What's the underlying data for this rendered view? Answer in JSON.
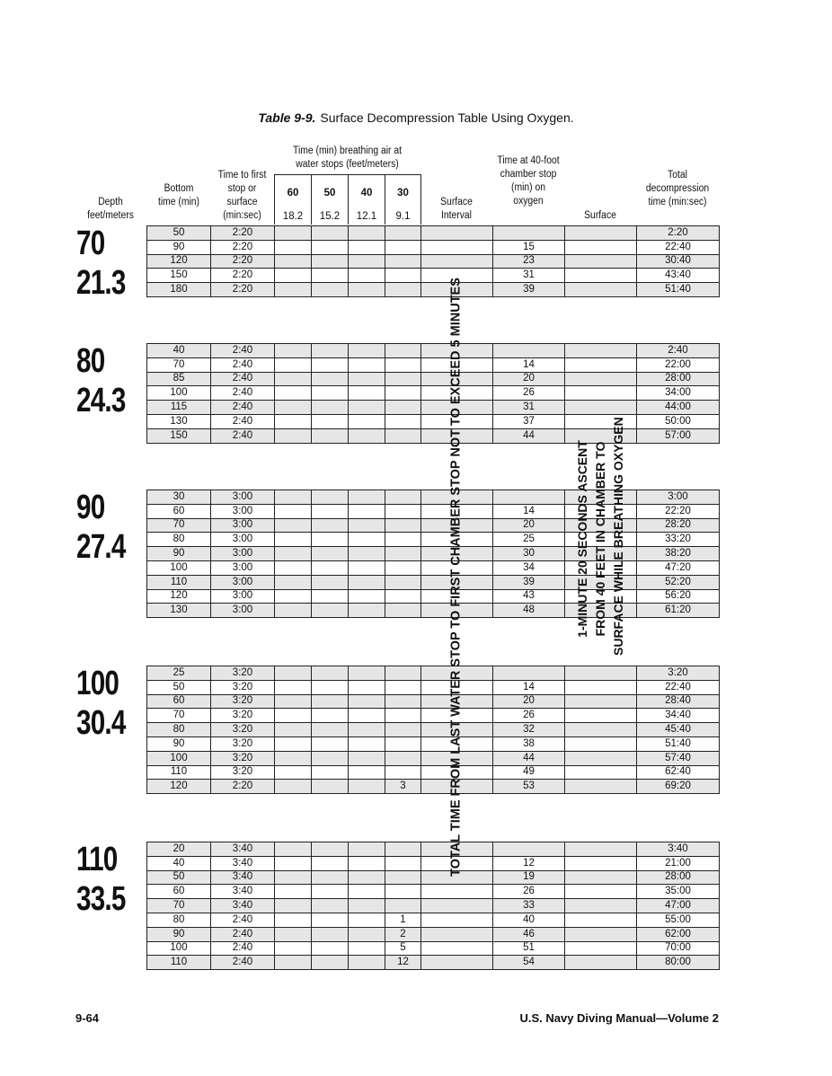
{
  "title": {
    "label": "Table 9-9.",
    "text": "Surface Decompression Table Using Oxygen."
  },
  "headers": {
    "depth": "Depth feet/meters",
    "bottom_time": "Bottom time (min)",
    "time_to_first_stop": "Time to first stop or surface (min:sec)",
    "water_stops_group": "Time (min) breathing air at water stops (feet/meters)",
    "stops": [
      {
        "feet": "60",
        "meters": "18.2"
      },
      {
        "feet": "50",
        "meters": "15.2"
      },
      {
        "feet": "40",
        "meters": "12.1"
      },
      {
        "feet": "30",
        "meters": "9.1"
      }
    ],
    "surface_interval": "Surface Interval",
    "chamber_stop": "Time at 40-foot chamber stop (min) on oxygen",
    "surface": "Surface",
    "total": "Total decompression time (min:sec)"
  },
  "overlays": {
    "surface_interval_note": "TOTAL TIME FROM LAST WATER STOP TO FIRST CHAMBER STOP NOT TO EXCEED 5 MINUTES",
    "surface_note_lines": [
      "1-MINUTE 20 SECONDS ASCENT",
      "FROM 40 FEET IN CHAMBER TO",
      "SURFACE WHILE BREATHING OXYGEN"
    ]
  },
  "groups": [
    {
      "feet": "70",
      "meters": "21.3",
      "rows": [
        [
          "50",
          "2:20",
          "",
          "",
          "",
          "",
          "",
          "",
          "",
          "2:20"
        ],
        [
          "90",
          "2:20",
          "",
          "",
          "",
          "",
          "",
          "15",
          "",
          "22:40"
        ],
        [
          "120",
          "2:20",
          "",
          "",
          "",
          "",
          "",
          "23",
          "",
          "30:40"
        ],
        [
          "150",
          "2:20",
          "",
          "",
          "",
          "",
          "",
          "31",
          "",
          "43:40"
        ],
        [
          "180",
          "2:20",
          "",
          "",
          "",
          "",
          "",
          "39",
          "",
          "51:40"
        ]
      ]
    },
    {
      "feet": "80",
      "meters": "24.3",
      "rows": [
        [
          "40",
          "2:40",
          "",
          "",
          "",
          "",
          "",
          "",
          "",
          "2:40"
        ],
        [
          "70",
          "2:40",
          "",
          "",
          "",
          "",
          "",
          "14",
          "",
          "22:00"
        ],
        [
          "85",
          "2:40",
          "",
          "",
          "",
          "",
          "",
          "20",
          "",
          "28:00"
        ],
        [
          "100",
          "2:40",
          "",
          "",
          "",
          "",
          "",
          "26",
          "",
          "34:00"
        ],
        [
          "115",
          "2:40",
          "",
          "",
          "",
          "",
          "",
          "31",
          "",
          "44:00"
        ],
        [
          "130",
          "2:40",
          "",
          "",
          "",
          "",
          "",
          "37",
          "",
          "50:00"
        ],
        [
          "150",
          "2:40",
          "",
          "",
          "",
          "",
          "",
          "44",
          "",
          "57:00"
        ]
      ]
    },
    {
      "feet": "90",
      "meters": "27.4",
      "rows": [
        [
          "30",
          "3:00",
          "",
          "",
          "",
          "",
          "",
          "",
          "",
          "3:00"
        ],
        [
          "60",
          "3:00",
          "",
          "",
          "",
          "",
          "",
          "14",
          "",
          "22:20"
        ],
        [
          "70",
          "3:00",
          "",
          "",
          "",
          "",
          "",
          "20",
          "",
          "28:20"
        ],
        [
          "80",
          "3:00",
          "",
          "",
          "",
          "",
          "",
          "25",
          "",
          "33:20"
        ],
        [
          "90",
          "3:00",
          "",
          "",
          "",
          "",
          "",
          "30",
          "",
          "38:20"
        ],
        [
          "100",
          "3:00",
          "",
          "",
          "",
          "",
          "",
          "34",
          "",
          "47:20"
        ],
        [
          "110",
          "3:00",
          "",
          "",
          "",
          "",
          "",
          "39",
          "",
          "52:20"
        ],
        [
          "120",
          "3:00",
          "",
          "",
          "",
          "",
          "",
          "43",
          "",
          "56:20"
        ],
        [
          "130",
          "3:00",
          "",
          "",
          "",
          "",
          "",
          "48",
          "",
          "61:20"
        ]
      ]
    },
    {
      "feet": "100",
      "meters": "30.4",
      "rows": [
        [
          "25",
          "3:20",
          "",
          "",
          "",
          "",
          "",
          "",
          "",
          "3:20"
        ],
        [
          "50",
          "3:20",
          "",
          "",
          "",
          "",
          "",
          "14",
          "",
          "22:40"
        ],
        [
          "60",
          "3:20",
          "",
          "",
          "",
          "",
          "",
          "20",
          "",
          "28:40"
        ],
        [
          "70",
          "3:20",
          "",
          "",
          "",
          "",
          "",
          "26",
          "",
          "34:40"
        ],
        [
          "80",
          "3:20",
          "",
          "",
          "",
          "",
          "",
          "32",
          "",
          "45:40"
        ],
        [
          "90",
          "3:20",
          "",
          "",
          "",
          "",
          "",
          "38",
          "",
          "51:40"
        ],
        [
          "100",
          "3:20",
          "",
          "",
          "",
          "",
          "",
          "44",
          "",
          "57:40"
        ],
        [
          "110",
          "3:20",
          "",
          "",
          "",
          "",
          "",
          "49",
          "",
          "62:40"
        ],
        [
          "120",
          "2:20",
          "",
          "",
          "",
          "3",
          "",
          "53",
          "",
          "69:20"
        ]
      ]
    },
    {
      "feet": "110",
      "meters": "33.5",
      "rows": [
        [
          "20",
          "3:40",
          "",
          "",
          "",
          "",
          "",
          "",
          "",
          "3:40"
        ],
        [
          "40",
          "3:40",
          "",
          "",
          "",
          "",
          "",
          "12",
          "",
          "21:00"
        ],
        [
          "50",
          "3:40",
          "",
          "",
          "",
          "",
          "",
          "19",
          "",
          "28:00"
        ],
        [
          "60",
          "3:40",
          "",
          "",
          "",
          "",
          "",
          "26",
          "",
          "35:00"
        ],
        [
          "70",
          "3:40",
          "",
          "",
          "",
          "",
          "",
          "33",
          "",
          "47:00"
        ],
        [
          "80",
          "2:40",
          "",
          "",
          "",
          "1",
          "",
          "40",
          "",
          "55:00"
        ],
        [
          "90",
          "2:40",
          "",
          "",
          "",
          "2",
          "",
          "46",
          "",
          "62:00"
        ],
        [
          "100",
          "2:40",
          "",
          "",
          "",
          "5",
          "",
          "51",
          "",
          "70:00"
        ],
        [
          "110",
          "2:40",
          "",
          "",
          "",
          "12",
          "",
          "54",
          "",
          "80:00"
        ]
      ]
    }
  ],
  "footer": {
    "page": "9-64",
    "manual": "U.S. Navy Diving Manual—Volume 2"
  }
}
